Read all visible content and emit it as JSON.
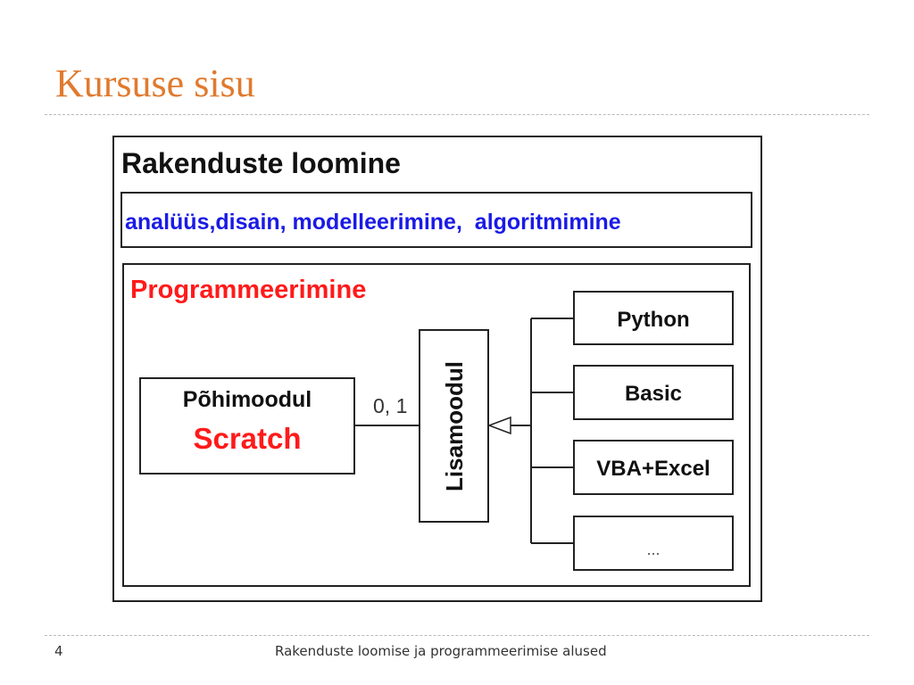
{
  "slide": {
    "title": "Kursuse sisu",
    "page_number": "4",
    "footer": "Rakenduste loomise ja programmeerimise alused"
  },
  "diagram": {
    "outer_title": "Rakenduste loomine",
    "analysis_text": "analüüs,disain, modelleerimine,  algoritmimine",
    "programming_title": "Programmeerimine",
    "main_module_title": "Põhimoodul",
    "main_module_name": "Scratch",
    "multiplicity": "0, 1",
    "extra_module": "Lisamoodul",
    "options": [
      "Python",
      "Basic",
      "VBA+Excel",
      "..."
    ]
  },
  "colors": {
    "title": "#e07a2e",
    "analysis_text": "#1a1ae6",
    "programming": "#ff1a1a",
    "scratch": "#ff1a1a",
    "border": "#222222",
    "rule": "#b9b9b9"
  }
}
